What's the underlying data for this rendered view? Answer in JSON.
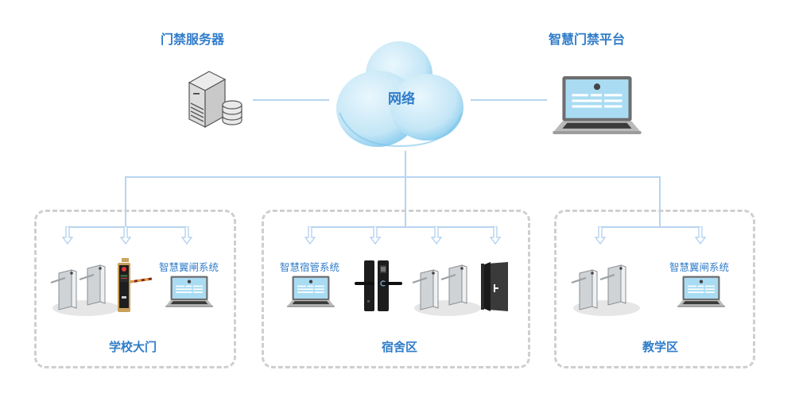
{
  "title": "门禁系统拓扑图",
  "colors": {
    "label": "#2f7cc9",
    "connector": "#b7d5ef",
    "zone_border": "#cfcfcf",
    "cloud": "#bfe3f5"
  },
  "top": {
    "server": {
      "label": "门禁服务器",
      "icon": "server-database-icon"
    },
    "network": {
      "label": "网络",
      "icon": "cloud-icon"
    },
    "platform": {
      "label": "智慧门禁平台",
      "icon": "laptop-icon"
    }
  },
  "zones": [
    {
      "name": "学校大门",
      "devices": [
        {
          "icon": "turnstile-icon",
          "label": ""
        },
        {
          "icon": "barrier-gate-terminal-icon",
          "label": ""
        },
        {
          "icon": "laptop-icon",
          "label": "智慧翼闸系统"
        }
      ]
    },
    {
      "name": "宿舍区",
      "devices": [
        {
          "icon": "laptop-icon",
          "label": "智慧宿管系统"
        },
        {
          "icon": "smart-lock-icon",
          "label": ""
        },
        {
          "icon": "turnstile-icon",
          "label": ""
        },
        {
          "icon": "door-icon",
          "label": ""
        }
      ]
    },
    {
      "name": "教学区",
      "devices": [
        {
          "icon": "turnstile-icon",
          "label": ""
        },
        {
          "icon": "laptop-icon",
          "label": "智慧翼闸系统"
        }
      ]
    }
  ]
}
